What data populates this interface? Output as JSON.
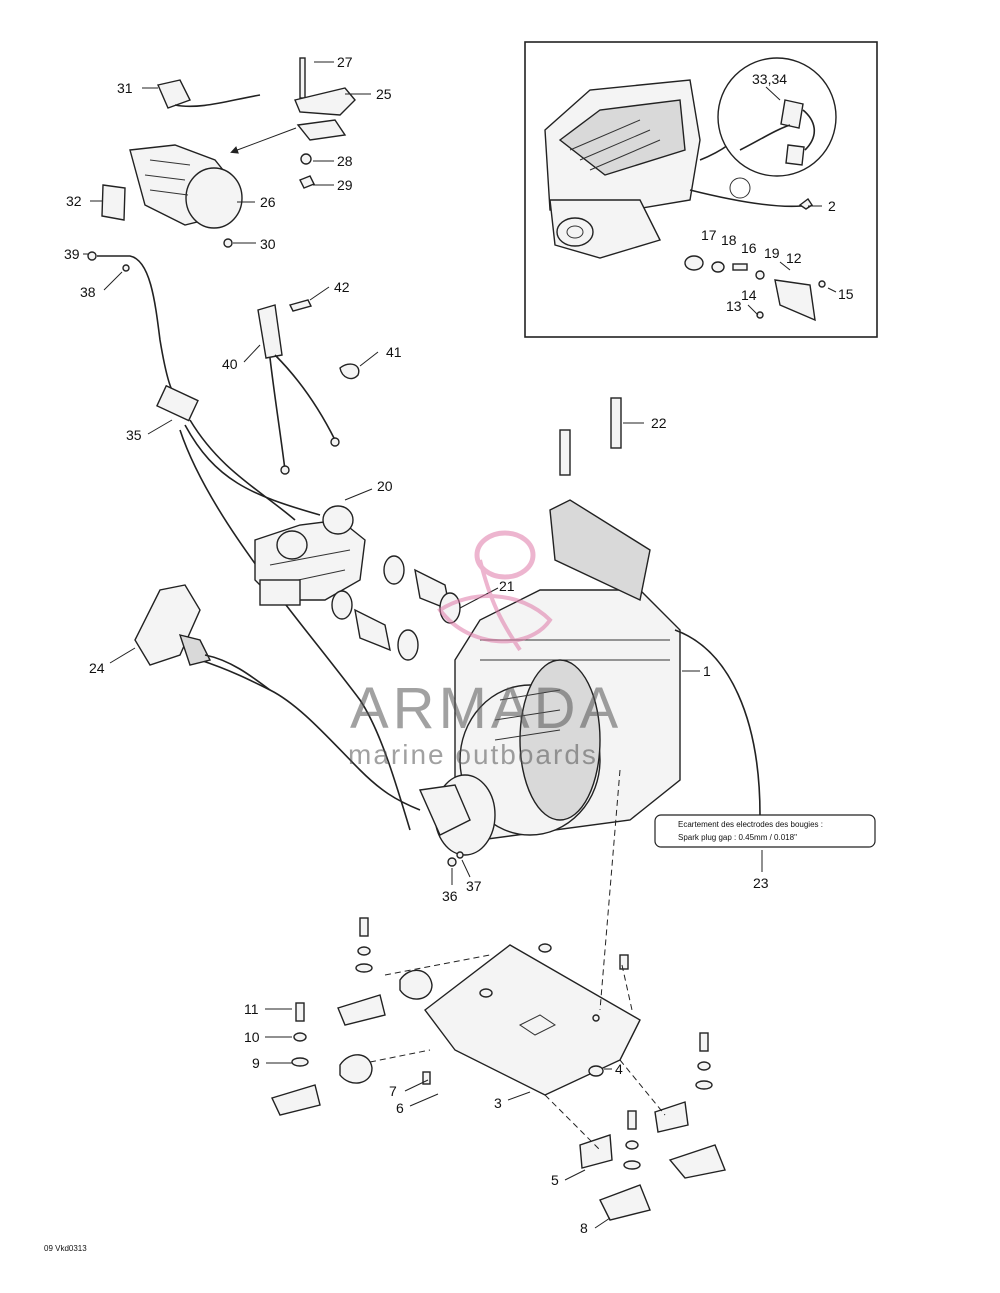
{
  "callouts": {
    "c1": "1",
    "c2": "2",
    "c3": "3",
    "c4": "4",
    "c5": "5",
    "c6": "6",
    "c7": "7",
    "c8": "8",
    "c9": "9",
    "c10": "10",
    "c11": "11",
    "c12": "12",
    "c13": "13",
    "c14": "14",
    "c15": "15",
    "c16": "16",
    "c17": "17",
    "c18": "18",
    "c19": "19",
    "c20": "20",
    "c21": "21",
    "c22": "22",
    "c23": "23",
    "c24": "24",
    "c25": "25",
    "c26": "26",
    "c27": "27",
    "c28": "28",
    "c29": "29",
    "c30": "30",
    "c31": "31",
    "c32": "32",
    "c3334": "33,34",
    "c35": "35",
    "c36": "36",
    "c37": "37",
    "c38": "38",
    "c39": "39",
    "c40": "40",
    "c41": "41",
    "c42": "42"
  },
  "spec_note": {
    "line1": "Ecartement des electrodes des bougies :",
    "line2": "Spark plug gap :   0.45mm / 0.018\""
  },
  "watermark": {
    "brand": "ARMADA",
    "tagline": "marine outboards"
  },
  "figure_ref": "09 Vkd0313",
  "colors": {
    "watermark_logo": "#e07aa8",
    "line": "#222222"
  }
}
